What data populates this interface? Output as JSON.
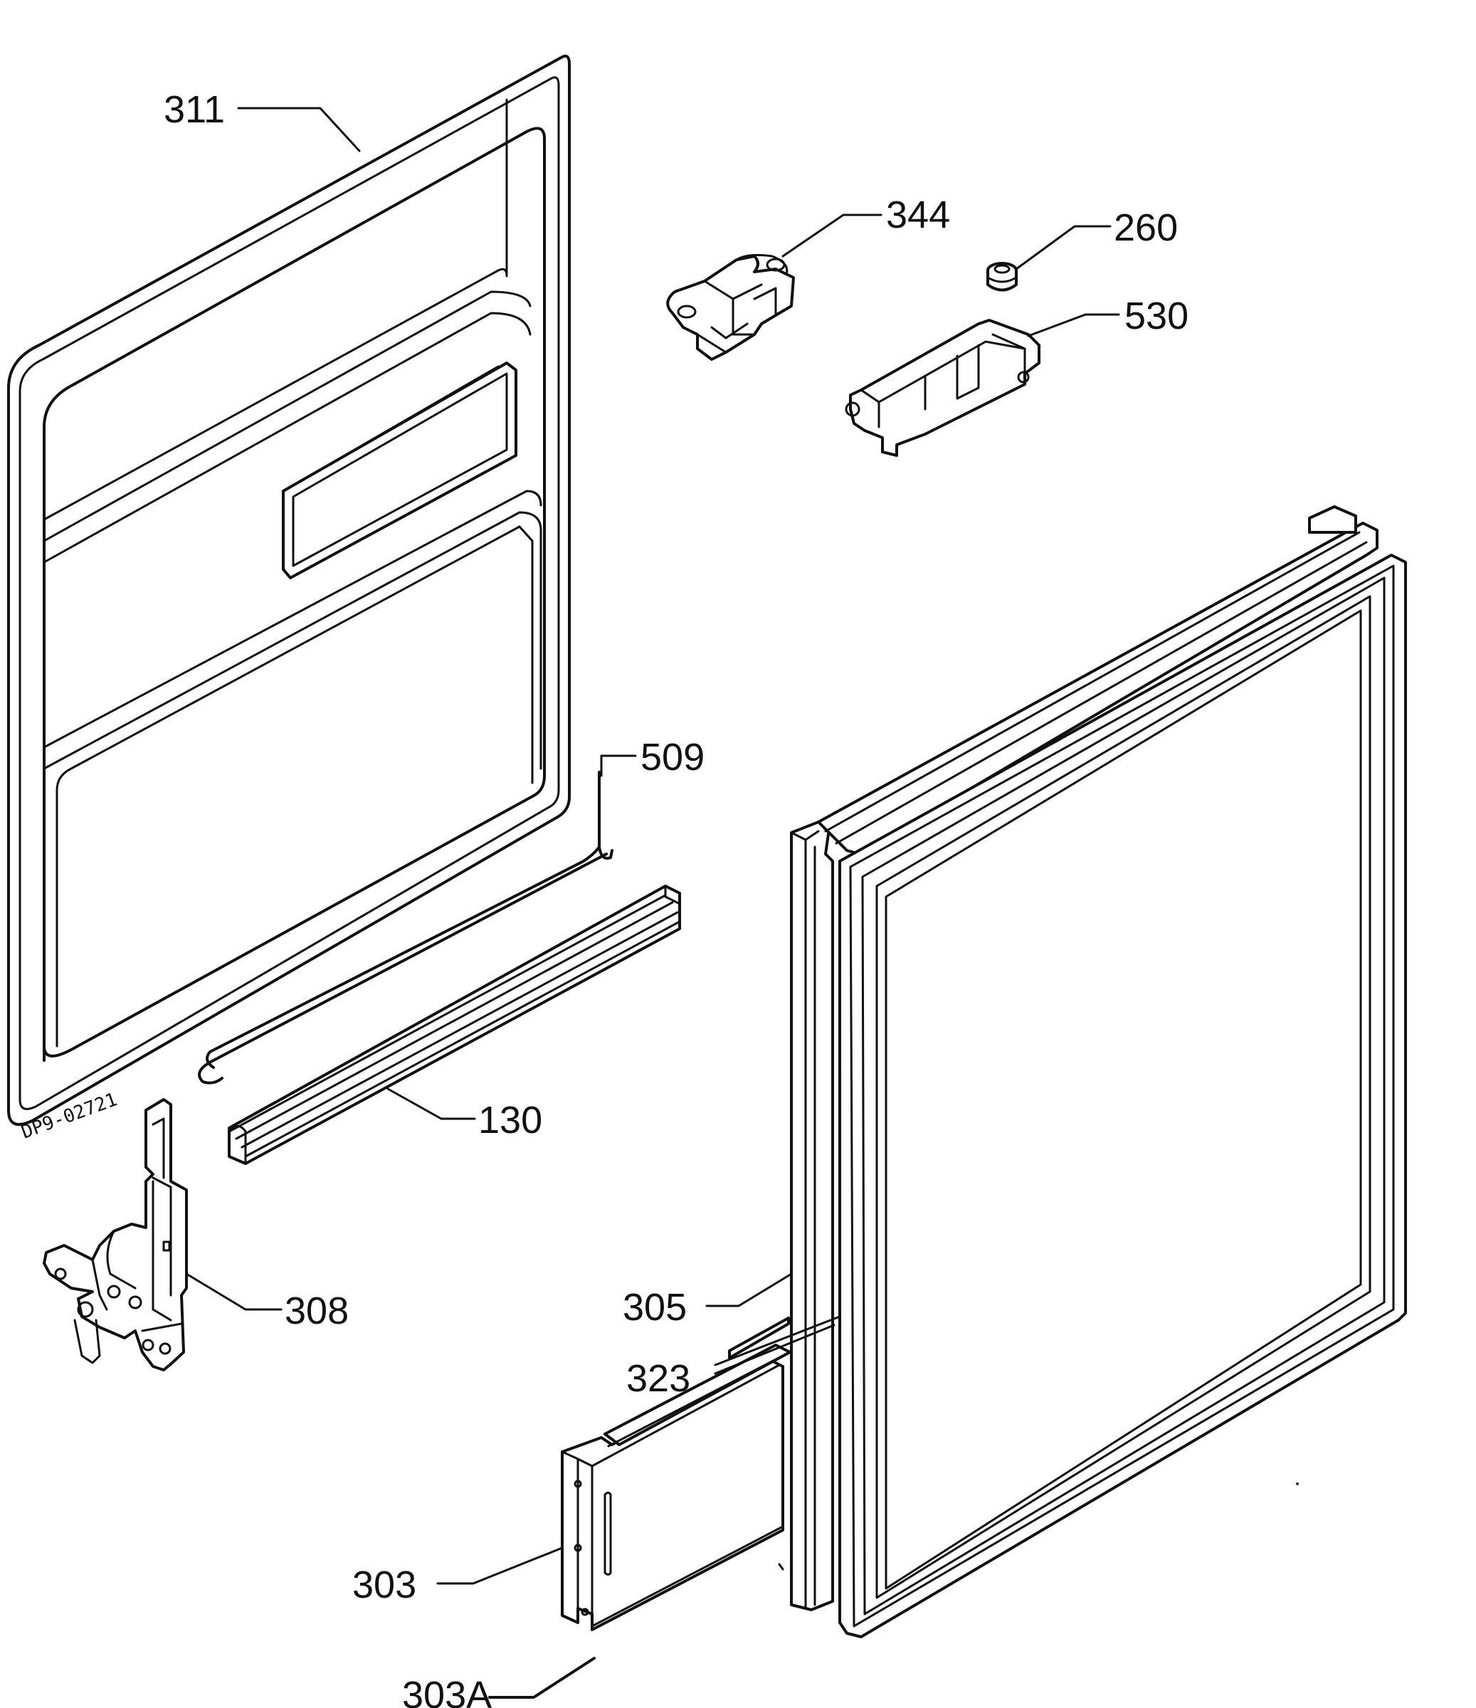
{
  "drawing_code": "DP9-02721",
  "parts": [
    {
      "id": "p311",
      "number": "311"
    },
    {
      "id": "p344",
      "number": "344"
    },
    {
      "id": "p260",
      "number": "260"
    },
    {
      "id": "p530",
      "number": "530"
    },
    {
      "id": "p509",
      "number": "509"
    },
    {
      "id": "p130",
      "number": "130"
    },
    {
      "id": "p308",
      "number": "308"
    },
    {
      "id": "p305",
      "number": "305"
    },
    {
      "id": "p323",
      "number": "323"
    },
    {
      "id": "p303",
      "number": "303"
    },
    {
      "id": "p303a",
      "number": "303A"
    }
  ],
  "colors": {
    "line": "#111111",
    "background": "#ffffff"
  }
}
